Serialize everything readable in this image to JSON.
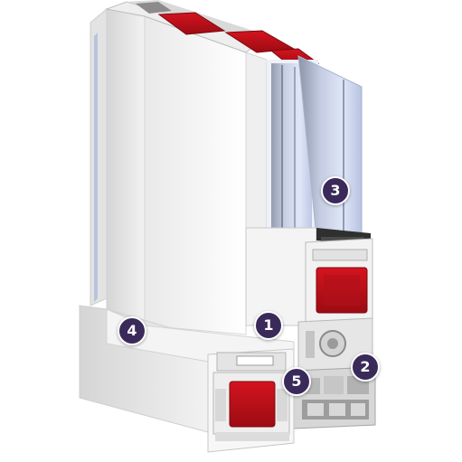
{
  "diagram": {
    "subject": "window-profile-cross-section",
    "colors": {
      "profile_white": "#f4f4f4",
      "profile_shadow": "#d6d6d6",
      "reinforcement_red": "#c0101a",
      "glass_blue": "#b9c6e6",
      "gasket_dark": "#4a4a4a",
      "callout_fill": "#3a2a5a"
    },
    "callouts": [
      {
        "id": "1",
        "label": "1"
      },
      {
        "id": "2",
        "label": "2"
      },
      {
        "id": "3",
        "label": "3"
      },
      {
        "id": "4",
        "label": "4"
      },
      {
        "id": "5",
        "label": "5"
      }
    ]
  }
}
